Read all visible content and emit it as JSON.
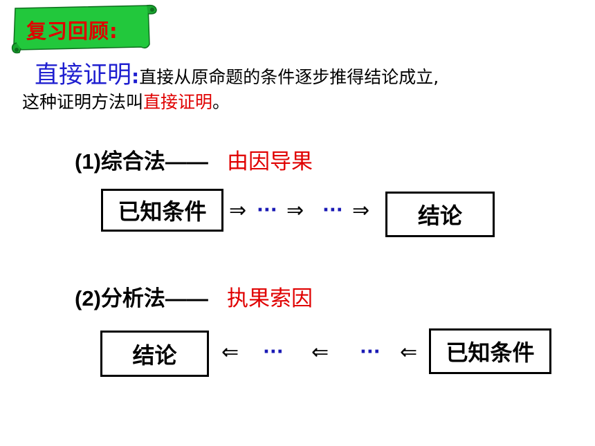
{
  "banner": {
    "title": "复习回顾:",
    "fill": "#22c83c",
    "text_color": "#e00000"
  },
  "definition": {
    "term": "直接证明",
    "colon": ":",
    "text": "直接从原命题的条件逐步推得结论成立,",
    "line2_prefix": "这种证明方法叫",
    "line2_term": "直接证明",
    "line2_suffix": "。"
  },
  "synthesis": {
    "label": "(1)综合法——",
    "description": "由因导果",
    "start_box": "已知条件",
    "end_box": "结论",
    "arrow": "⇒",
    "dots": "···"
  },
  "analysis": {
    "label": "(2)分析法——",
    "description": "执果索因",
    "start_box": "结论",
    "end_box": "已知条件",
    "arrow": "⇐",
    "dots": "···"
  },
  "colors": {
    "term_blue": "#1f1fd0",
    "highlight_red": "#e00000",
    "dots_blue": "#1a1ab5"
  }
}
